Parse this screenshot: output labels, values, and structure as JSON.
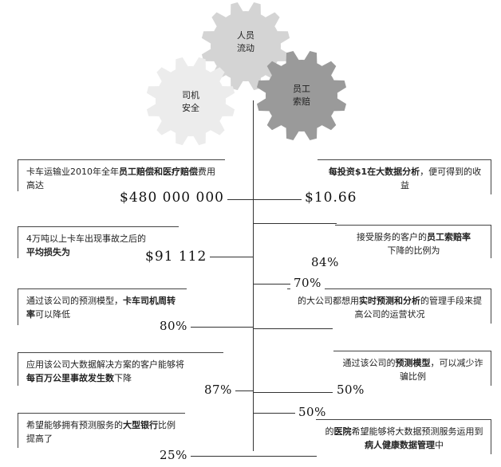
{
  "gears": {
    "personnel_flow": "人员\n流动",
    "driver_safety": "司机\n安全",
    "employee_claims": "员工\n索赔"
  },
  "left": [
    {
      "pre": "卡车运输业2010年全年",
      "bold": "员工赔偿和医疗赔偿",
      "post": "费用高达",
      "value": "$480 000 000"
    },
    {
      "pre": "4万吨以上卡车出现事故之后的",
      "bold": "平均损失为",
      "post": "",
      "value": "$91 112"
    },
    {
      "pre": "通过该公司的预测模型，",
      "bold": "卡车司机周转率",
      "post": "可以降低",
      "value": "80%"
    },
    {
      "pre": "应用该公司大数据解决方案的客户能够将",
      "bold": "每百万公里事故发生数",
      "post": "下降",
      "value": "87%"
    },
    {
      "pre": "希望能够拥有预测服务的",
      "bold": "大型银行",
      "post": "比例提高了",
      "value": "25%"
    }
  ],
  "right": [
    {
      "pre": "每投资$1在",
      "bold": "大数据分析",
      "post": "，便可得到的收益",
      "value": "$10.66"
    },
    {
      "pre": "接受服务的客户的",
      "bold": "员工索赔率",
      "post": "下降的比例为",
      "value": "84%"
    },
    {
      "pre": "的大公司都想用",
      "bold": "实时预测和分析",
      "post": "的管理手段来提高公司的运营状况",
      "value": "70%"
    },
    {
      "pre": "通过该公司的",
      "bold": "预测模型",
      "post": "，可以减少诈骗比例",
      "value": "50%"
    },
    {
      "pre": "的",
      "bold": "医院",
      "post": "希望能够将大数据预测服务运用到",
      "bold2": "病人健康数据管理",
      "post2": "中",
      "value": "50%"
    }
  ],
  "colors": {
    "gear_top": "#d4d4d4",
    "gear_left": "#ececec",
    "gear_right": "#9a9a9a"
  }
}
